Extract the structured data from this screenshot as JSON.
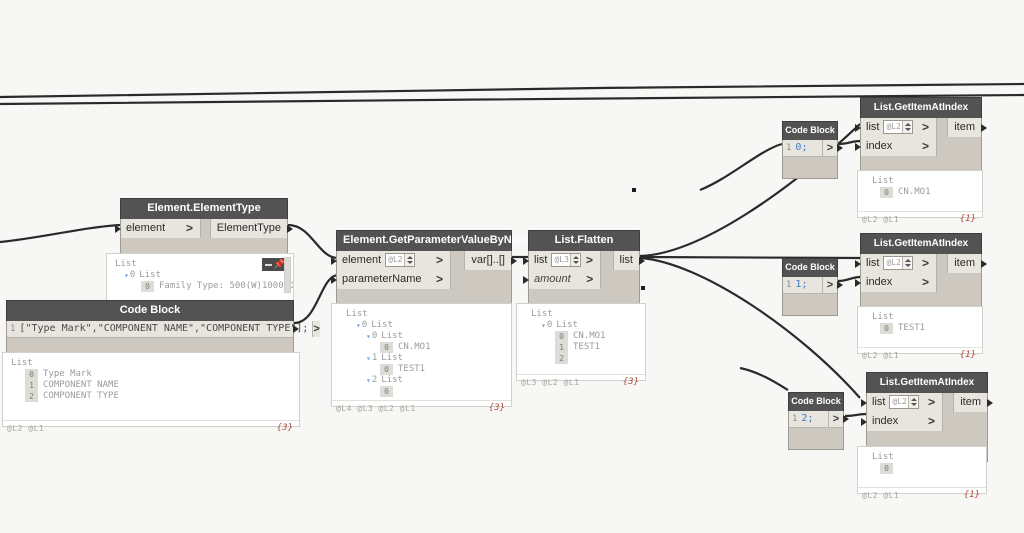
{
  "app": {
    "name": "Dynamo Graph Canvas",
    "background": "#f7f7f5"
  },
  "colors": {
    "node_header": "#535353",
    "node_body": "#cdc9c0",
    "port_chip": "#e8e5de",
    "wire": "#2a2a2a",
    "count_text": "#b04a3c",
    "code_number": "#3f7cc4"
  },
  "nodes": {
    "element_type": {
      "title": "Element.ElementType",
      "inputs": [
        {
          "name": "element",
          "chevron": ">"
        }
      ],
      "outputs": [
        {
          "name": "ElementType"
        }
      ],
      "lacing": "AUTO"
    },
    "code_block_params": {
      "title": "Code Block",
      "line_number": "1",
      "code": "[\"Type Mark\",\"COMPONENT NAME\",\"COMPONENT TYPE\"];",
      "out_chevron": ">"
    },
    "get_param": {
      "title": "Element.GetParameterValueByName",
      "inputs": [
        {
          "name": "element",
          "lacing_value": "@L2",
          "chevron": ">"
        },
        {
          "name": "parameterName",
          "chevron": ">"
        }
      ],
      "outputs": [
        {
          "name": "var[]..[]"
        }
      ],
      "lacing": "xxx"
    },
    "list_flatten": {
      "title": "List.Flatten",
      "inputs": [
        {
          "name": "list",
          "lacing_value": "@L3",
          "chevron": ">"
        },
        {
          "name": "amount",
          "chevron": ">",
          "italic": true
        }
      ],
      "outputs": [
        {
          "name": "list"
        }
      ],
      "lacing": "AUTO"
    },
    "code_block_0": {
      "title": "Code Block",
      "line_number": "1",
      "code": "0;",
      "out_chevron": ">"
    },
    "code_block_1": {
      "title": "Code Block",
      "line_number": "1",
      "code": "1;",
      "out_chevron": ">"
    },
    "code_block_2": {
      "title": "Code Block",
      "line_number": "1",
      "code": "2;",
      "out_chevron": ">"
    },
    "get_item_0": {
      "title": "List.GetItemAtIndex",
      "inputs": [
        {
          "name": "list",
          "lacing_value": "@L2",
          "chevron": ">"
        },
        {
          "name": "index",
          "chevron": ">"
        }
      ],
      "outputs": [
        {
          "name": "item"
        }
      ],
      "lacing": "AUTO"
    },
    "get_item_1": {
      "title": "List.GetItemAtIndex",
      "inputs": [
        {
          "name": "list",
          "lacing_value": "@L2",
          "chevron": ">"
        },
        {
          "name": "index",
          "chevron": ">"
        }
      ],
      "outputs": [
        {
          "name": "item"
        }
      ],
      "lacing": "AUTO"
    },
    "get_item_2": {
      "title": "List.GetItemAtIndex",
      "inputs": [
        {
          "name": "list",
          "lacing_value": "@L2",
          "chevron": ">"
        },
        {
          "name": "index",
          "chevron": ">"
        }
      ],
      "outputs": [
        {
          "name": "item"
        }
      ],
      "lacing": "AUTO"
    }
  },
  "previews": {
    "element_type": {
      "root_label": "List",
      "rows": [
        {
          "indent": 0,
          "caret": "",
          "idx": "",
          "label": "List"
        },
        {
          "indent": 1,
          "caret": "▾",
          "idx": "0",
          "label": "List"
        },
        {
          "indent": 2,
          "caret": "",
          "idx": "0",
          "label": "Family Type: 500(W)1000(D)1000("
        }
      ],
      "levels": "",
      "count": "",
      "pin_icon": "pin-icon"
    },
    "code_block_params": {
      "root_label": "List",
      "rows": [
        {
          "indent": 0,
          "caret": "",
          "idx": "",
          "label": "List"
        },
        {
          "indent": 1,
          "caret": "",
          "idx": "0",
          "label": "Type Mark"
        },
        {
          "indent": 1,
          "caret": "",
          "idx": "1",
          "label": "COMPONENT NAME"
        },
        {
          "indent": 1,
          "caret": "",
          "idx": "2",
          "label": "COMPONENT TYPE"
        }
      ],
      "levels": "@L2 @L1",
      "count": "{3}"
    },
    "get_param": {
      "root_label": "List",
      "rows": [
        {
          "indent": 0,
          "caret": "",
          "idx": "",
          "label": "List"
        },
        {
          "indent": 1,
          "caret": "▾",
          "idx": "0",
          "label": "List"
        },
        {
          "indent": 2,
          "caret": "▾",
          "idx": "0",
          "label": "List"
        },
        {
          "indent": 3,
          "caret": "",
          "idx": "0",
          "label": "CN.MO1"
        },
        {
          "indent": 2,
          "caret": "▾",
          "idx": "1",
          "label": "List"
        },
        {
          "indent": 3,
          "caret": "",
          "idx": "0",
          "label": "TEST1"
        },
        {
          "indent": 2,
          "caret": "▾",
          "idx": "2",
          "label": "List"
        },
        {
          "indent": 3,
          "caret": "",
          "idx": "0",
          "label": ""
        }
      ],
      "levels": "@L4 @L3 @L2 @L1",
      "count": "{3}"
    },
    "list_flatten": {
      "root_label": "List",
      "rows": [
        {
          "indent": 0,
          "caret": "",
          "idx": "",
          "label": "List"
        },
        {
          "indent": 1,
          "caret": "▾",
          "idx": "0",
          "label": "List"
        },
        {
          "indent": 2,
          "caret": "",
          "idx": "0",
          "label": "CN.MO1"
        },
        {
          "indent": 2,
          "caret": "",
          "idx": "1",
          "label": "TEST1"
        },
        {
          "indent": 2,
          "caret": "",
          "idx": "2",
          "label": ""
        }
      ],
      "levels": "@L3 @L2 @L1",
      "count": "{3}"
    },
    "get_item_0": {
      "root_label": "List",
      "rows": [
        {
          "indent": 0,
          "caret": "",
          "idx": "",
          "label": "List"
        },
        {
          "indent": 1,
          "caret": "",
          "idx": "0",
          "label": "CN.MO1"
        }
      ],
      "levels": "@L2 @L1",
      "count": "{1}"
    },
    "get_item_1": {
      "root_label": "List",
      "rows": [
        {
          "indent": 0,
          "caret": "",
          "idx": "",
          "label": "List"
        },
        {
          "indent": 1,
          "caret": "",
          "idx": "0",
          "label": "TEST1"
        }
      ],
      "levels": "@L2 @L1",
      "count": "{1}"
    },
    "get_item_2": {
      "root_label": "List",
      "rows": [
        {
          "indent": 0,
          "caret": "",
          "idx": "",
          "label": "List"
        },
        {
          "indent": 1,
          "caret": "",
          "idx": "0",
          "label": ""
        }
      ],
      "levels": "@L2 @L1",
      "count": "{1}"
    }
  }
}
